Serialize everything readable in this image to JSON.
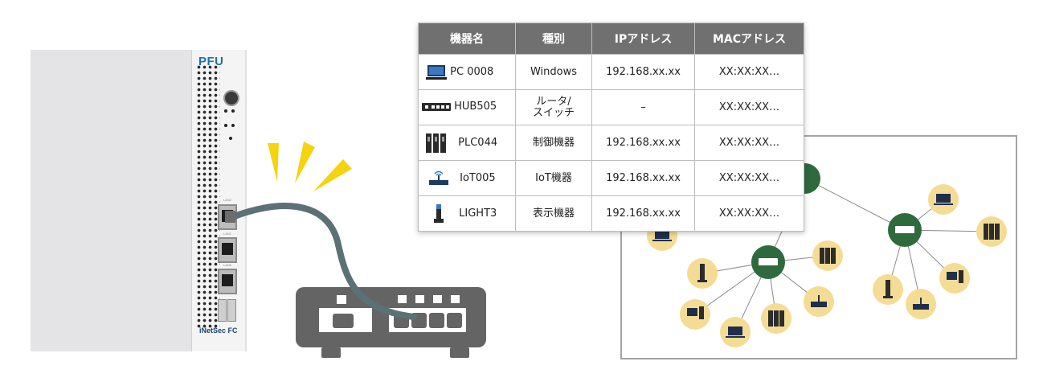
{
  "device": {
    "brand": "PFU",
    "product_name": "iNetSec FC",
    "port_labels": [
      "LAN2",
      "LAN1",
      "LAN0"
    ]
  },
  "table": {
    "headers": [
      "機器名",
      "種別",
      "IPアドレス",
      "MACアドレス"
    ],
    "rows": [
      {
        "icon": "laptop-icon",
        "name": "PC 0008",
        "type": "Windows",
        "ip": "192.168.xx.xx",
        "mac": "XX:XX:XX…"
      },
      {
        "icon": "hub-icon",
        "name": "HUB505",
        "type": "ルータ/\nスイッチ",
        "ip": "–",
        "mac": "XX:XX:XX…"
      },
      {
        "icon": "plc-icon",
        "name": "PLC044",
        "type": "制御機器",
        "ip": "192.168.xx.xx",
        "mac": "XX:XX:XX…"
      },
      {
        "icon": "iot-router-icon",
        "name": "IoT005",
        "type": "IoT機器",
        "ip": "192.168.xx.xx",
        "mac": "XX:XX:XX…"
      },
      {
        "icon": "signal-light-icon",
        "name": "LIGHT3",
        "type": "表示機器",
        "ip": "192.168.xx.xx",
        "mac": "XX:XX:XX…"
      }
    ]
  },
  "colors": {
    "header_bg": "#707070",
    "hub_node": "#2e6a3e",
    "device_node": "#f5dc95",
    "cable": "#5b7176",
    "switch": "#646464",
    "alert": "#f7d20f"
  }
}
